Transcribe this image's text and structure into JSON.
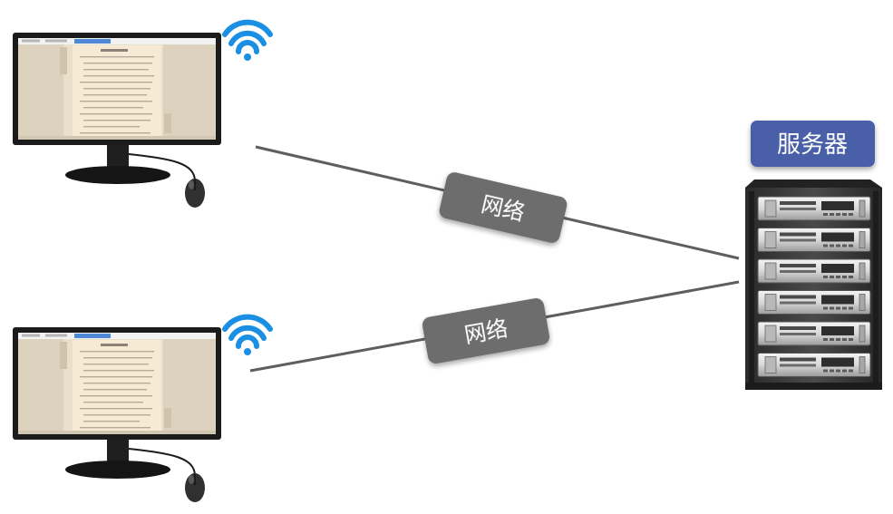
{
  "server": {
    "label": "服务器"
  },
  "connections": [
    {
      "label": "网络"
    },
    {
      "label": "网络"
    }
  ],
  "colors": {
    "server_label_bg": "#4a5ea8",
    "network_tag": "#6d6d6d",
    "link_line": "#5e5e5e",
    "wifi": "#1a8fe3",
    "monitor_frame": "#1b1b1b",
    "screen_paper": "#f6ead5",
    "screen_side": "#ddd2bd",
    "rack": "#3a3a3a"
  }
}
